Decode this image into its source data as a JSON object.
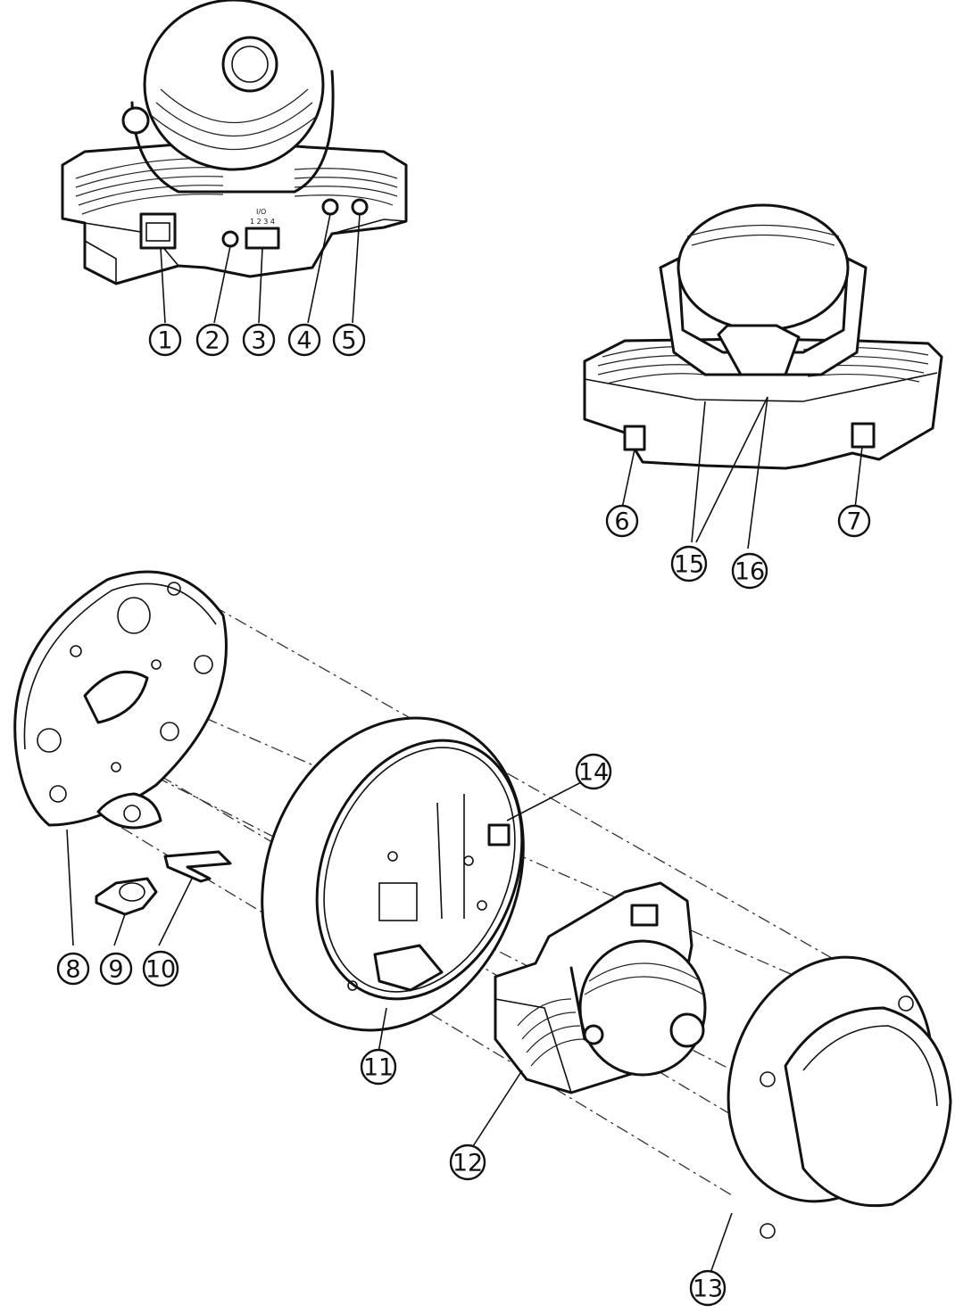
{
  "diagram": {
    "callouts": [
      {
        "id": "1",
        "label": "1"
      },
      {
        "id": "2",
        "label": "2"
      },
      {
        "id": "3",
        "label": "3"
      },
      {
        "id": "4",
        "label": "4"
      },
      {
        "id": "5",
        "label": "5"
      },
      {
        "id": "6",
        "label": "6"
      },
      {
        "id": "7",
        "label": "7"
      },
      {
        "id": "8",
        "label": "8"
      },
      {
        "id": "9",
        "label": "9"
      },
      {
        "id": "10",
        "label": "10"
      },
      {
        "id": "11",
        "label": "11"
      },
      {
        "id": "12",
        "label": "12"
      },
      {
        "id": "13",
        "label": "13"
      },
      {
        "id": "14",
        "label": "14"
      },
      {
        "id": "15",
        "label": "15"
      },
      {
        "id": "16",
        "label": "16"
      }
    ],
    "connector_label": "I/O",
    "connector_pins": "1 2 3 4"
  }
}
